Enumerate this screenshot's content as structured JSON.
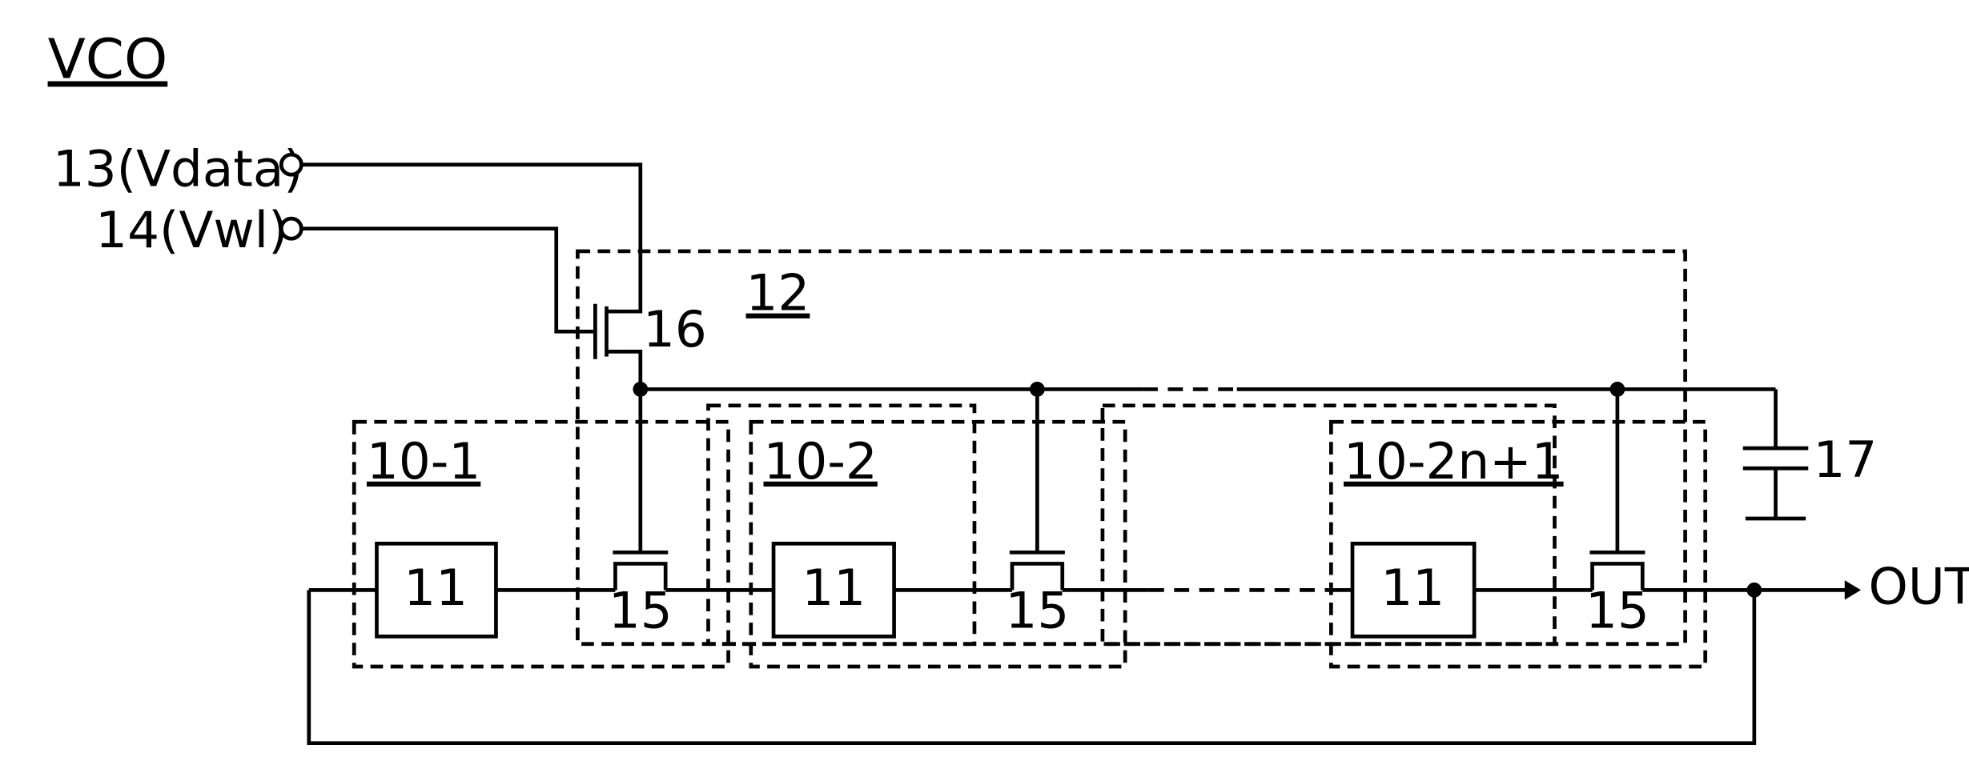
{
  "title": "VCO",
  "terminals": {
    "vdata": "13(Vdata)",
    "vwl": "14(Vwl)"
  },
  "control_block": {
    "label": "12"
  },
  "write_transistor": {
    "label": "16"
  },
  "capacitor": {
    "label": "17"
  },
  "stages": [
    {
      "label": "10-1",
      "inverter": "11",
      "switch": "15"
    },
    {
      "label": "10-2",
      "inverter": "11",
      "switch": "15"
    },
    {
      "label": "10-2n+1",
      "inverter": "11",
      "switch": "15"
    }
  ],
  "output": {
    "label": "OUT"
  }
}
